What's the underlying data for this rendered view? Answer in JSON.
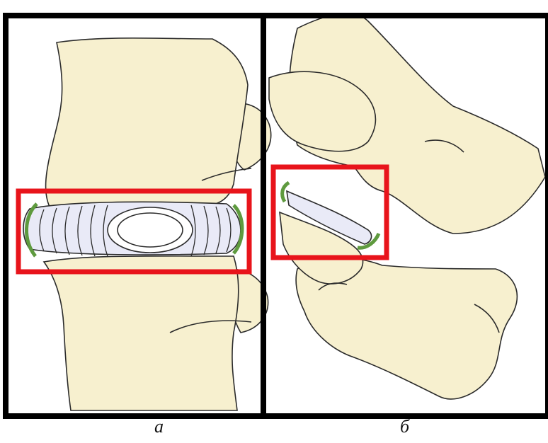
{
  "panels": [
    {
      "id": "a",
      "caption": "а"
    },
    {
      "id": "b",
      "caption": "б"
    }
  ],
  "colors": {
    "frame": "#000000",
    "highlight": "#e8141b",
    "bone_fill": "#f7f0cf",
    "bone_stroke": "#2b2b2b",
    "disc_fill": "#e9eaf7",
    "disc_nucleus": "#ffffff",
    "cartilage": "#5e9a3e"
  }
}
